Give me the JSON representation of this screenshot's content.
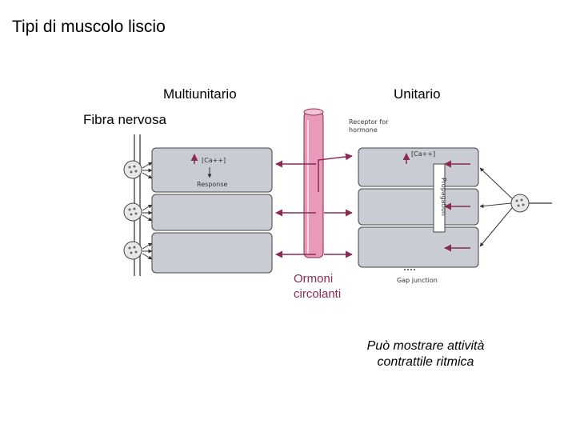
{
  "title": "Tipi di muscolo liscio",
  "labels": {
    "multiunit": "Multiunitario",
    "unitary": "Unitario",
    "nerve_fiber": "Fibra nervosa",
    "hormones_line1": "Ormoni",
    "hormones_line2": "circolanti",
    "rhythmic_line1": "Può mostrare attività",
    "rhythmic_line2": "contrattile ritmica"
  },
  "figure_labels": {
    "ca_left": "[Ca++]",
    "response": "Response",
    "receptor_line1": "Receptor for",
    "receptor_line2": "hormone",
    "ca_right": "[Ca++]",
    "propagation": "Propagation",
    "gap_junction": "Gap junction"
  },
  "colors": {
    "arrow": "#8b2a55",
    "vessel": "#e89ab8",
    "cell_fill": "#c9ccd2",
    "cell_stroke": "#444444"
  }
}
